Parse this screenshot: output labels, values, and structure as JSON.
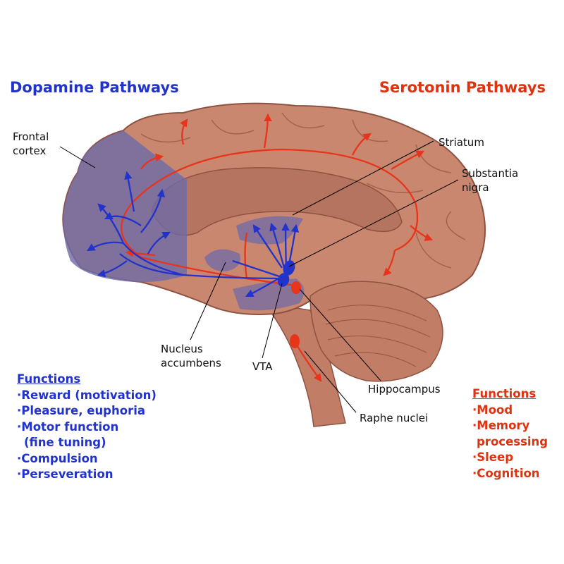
{
  "titles": {
    "dopamine": "Dopamine Pathways",
    "serotonin": "Serotonin Pathways"
  },
  "labels": {
    "frontal_cortex": [
      "Frontal",
      "cortex"
    ],
    "striatum": "Striatum",
    "substantia_nigra": [
      "Substantia",
      "nigra"
    ],
    "nucleus_accumbens": [
      "Nucleus",
      "accumbens"
    ],
    "vta": "VTA",
    "hippocampus": "Hippocampus",
    "raphe_nuclei": "Raphe nuclei"
  },
  "dopamine_functions": {
    "heading": "Functions",
    "items": [
      "·Reward (motivation)",
      "·Pleasure, euphoria",
      "·Motor function",
      " (fine tuning)",
      "·Compulsion",
      "·Perseveration"
    ]
  },
  "serotonin_functions": {
    "heading": "Functions",
    "items": [
      "·Mood",
      "·Memory",
      " processing",
      "·Sleep",
      "·Cognition"
    ]
  },
  "colors": {
    "dopamine": "#2233cc",
    "serotonin": "#dd3311",
    "brain": "#c98770",
    "brain_dark": "#a8644f",
    "dopamine_region": "#6e6aa8"
  }
}
